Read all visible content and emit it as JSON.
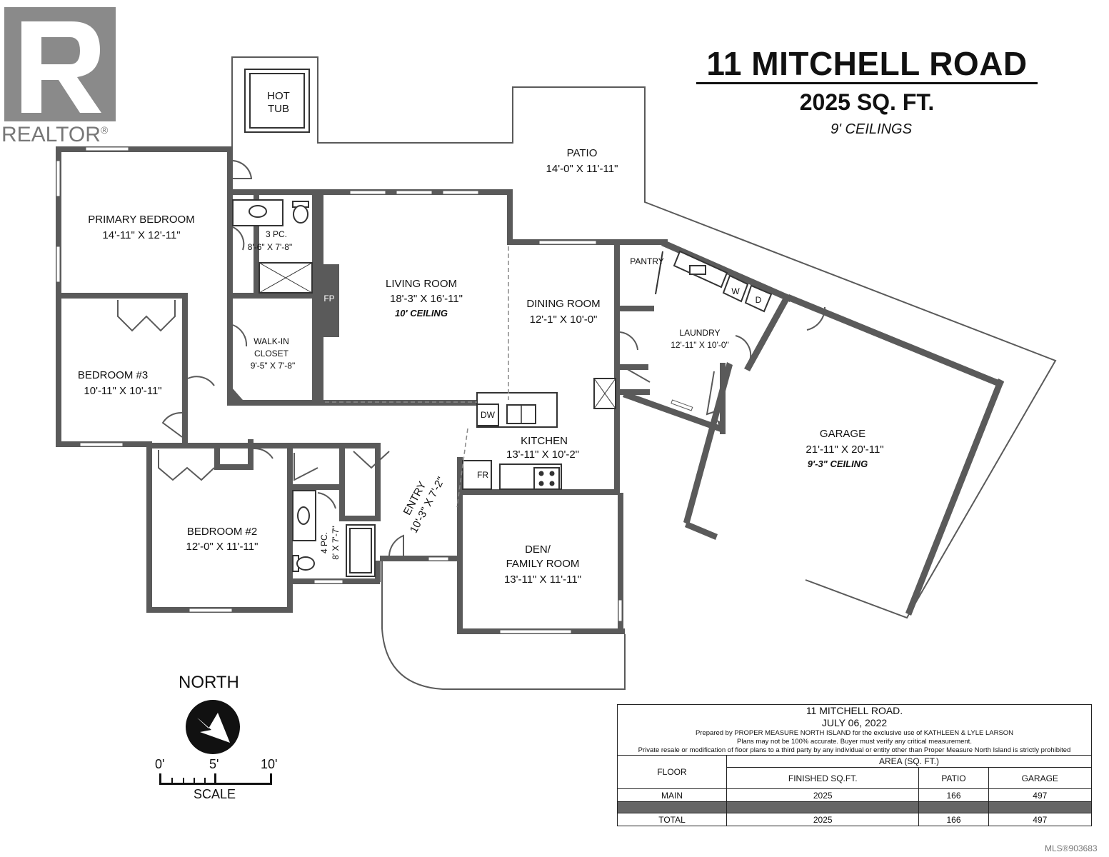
{
  "branding": {
    "realtor_text": "REALTOR",
    "realtor_mark": "®",
    "mls": "MLS®903683"
  },
  "header": {
    "address": "11 MITCHELL ROAD",
    "area": "2025 SQ. FT.",
    "ceilings": "9' CEILINGS"
  },
  "rooms": {
    "hot_tub": [
      "HOT",
      "TUB"
    ],
    "patio": {
      "name": "PATIO",
      "dims": "14'-0\" X 11'-11\""
    },
    "primary_bedroom": {
      "name": "PRIMARY BEDROOM",
      "dims": "14'-11\" X 12'-11\""
    },
    "bath3": {
      "name": "3 PC.",
      "dims": "8'-6\" X 7'-8\""
    },
    "living": {
      "name": "LIVING ROOM",
      "dims": "18'-3\" X 16'-11\"",
      "note": "10' CEILING"
    },
    "fireplace": "FP",
    "dining": {
      "name": "DINING ROOM",
      "dims": "12'-1\" X 10'-0\""
    },
    "pantry": "PANTRY",
    "washer": "W",
    "dryer": "D",
    "laundry": {
      "name": "LAUNDRY",
      "dims": "12'-11\" X 10'-0\""
    },
    "walkin": {
      "name1": "WALK-IN",
      "name2": "CLOSET",
      "dims": "9'-5\" X 7'-8\""
    },
    "bedroom3": {
      "name": "BEDROOM #3",
      "dims": "10'-11\" X 10'-11\""
    },
    "kitchen": {
      "name": "KITCHEN",
      "dims": "13'-11\" X 10'-2\""
    },
    "dishwasher": "DW",
    "fridge": "FR",
    "garage": {
      "name": "GARAGE",
      "dims": "21'-11\" X 20'-11\"",
      "note": "9'-3\" CEILING"
    },
    "entry": {
      "name": "ENTRY",
      "dims": "10'-3\" X 7'-2\""
    },
    "bath4": {
      "name": "4 PC.",
      "dims": "8' X 7'-7\""
    },
    "bedroom2": {
      "name": "BEDROOM #2",
      "dims": "12'-0\" X 11'-11\""
    },
    "den": {
      "name1": "DEN/",
      "name2": "FAMILY ROOM",
      "dims": "13'-11\" X 11'-11\""
    }
  },
  "compass": {
    "label": "NORTH"
  },
  "scale": {
    "ticks": [
      "0'",
      "5'",
      "10'"
    ],
    "label": "SCALE"
  },
  "info": {
    "address": "11 MITCHELL ROAD.",
    "date": "JULY 06, 2022",
    "prepared": "Prepared by PROPER MEASURE NORTH ISLAND for the exclusive use of KATHLEEN & LYLE LARSON",
    "accuracy": "Plans may not be 100% accurate.  Buyer must verify any critical measurement.",
    "resale": "Private resale  or modification of floor plans to a third party by any individual or entity other than Proper Measure North Island is strictly prohibited",
    "area_header": "AREA (SQ. FT.)",
    "columns": [
      "FLOOR",
      "FINISHED SQ.FT.",
      "PATIO",
      "GARAGE"
    ],
    "rows": [
      [
        "MAIN",
        "2025",
        "166",
        "497"
      ],
      [
        "TOTAL",
        "2025",
        "166",
        "497"
      ]
    ]
  }
}
